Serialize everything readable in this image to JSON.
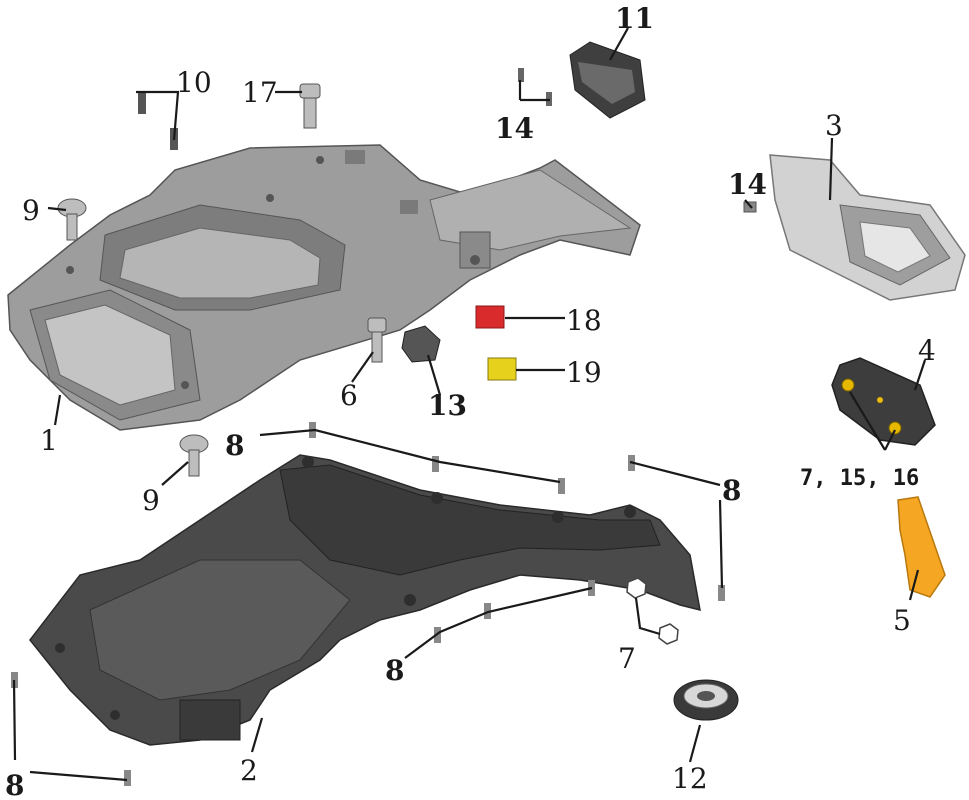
{
  "diagram": {
    "callouts": {
      "c1": "1",
      "c2": "2",
      "c3": "3",
      "c4": "4",
      "c5": "5",
      "c6": "6",
      "c7": "7",
      "c7_15_16": "7, 15, 16",
      "c8a": "8",
      "c8b": "8",
      "c8c": "8",
      "c8d": "8",
      "c9a": "9",
      "c9b": "9",
      "c10": "10",
      "c11": "11",
      "c12": "12",
      "c13": "13",
      "c14a": "14",
      "c14b": "14",
      "c17": "17",
      "c18": "18",
      "c19": "19"
    },
    "colors": {
      "upper_body": "#9d9d9d",
      "upper_dark": "#6e6e6e",
      "lower_body": "#4a4a4a",
      "reflector": "#f5a623",
      "fuse_red": "#d92b2b",
      "fuse_yellow": "#e6d21c"
    }
  }
}
